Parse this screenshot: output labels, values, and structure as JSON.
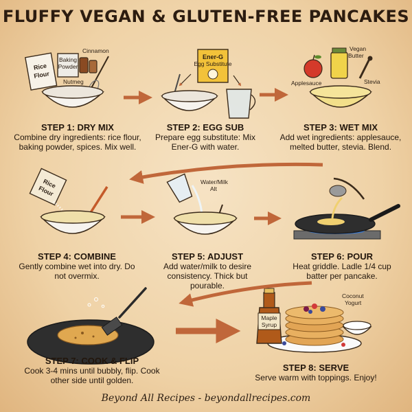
{
  "title": "FLUFFY VEGAN & GLUTEN-FREE PANCAKES",
  "steps": [
    {
      "heading": "STEP 1: DRY MIX",
      "text": "Combine dry ingredients: rice flour, baking powder, spices. Mix well."
    },
    {
      "heading": "STEP 2: EGG SUB",
      "text": "Prepare egg substitute: Mix Ener-G with water."
    },
    {
      "heading": "STEP 3: WET MIX",
      "text": "Add wet ingredients: applesauce, melted butter, stevia. Blend."
    },
    {
      "heading": "STEP 4: COMBINE",
      "text": "Gently combine wet into dry. Do not overmix."
    },
    {
      "heading": "STEP 5: ADJUST",
      "text": "Add water/milk to desire consistency. Thick but pourable."
    },
    {
      "heading": "STEP 6: POUR",
      "text": "Heat griddle. Ladle 1/4 cup batter per pancake."
    },
    {
      "heading": "STEP 7: COOK & FLIP",
      "text": "Cook 3-4 mins until bubbly, flip. Cook other side until golden."
    },
    {
      "heading": "STEP 8: SERVE",
      "text": "Serve warm with toppings. Enjoy!"
    }
  ],
  "labels": {
    "cinnamon": "Cinnamon",
    "rice": "Rice",
    "flour": "Flour",
    "baking": "Baking",
    "powder": "Powder",
    "nutmeg": "Nutmeg",
    "ener_g": "Ener-G",
    "egg_sub": "Egg Substitute",
    "applesauce": "Applesauce",
    "vegan": "Vegan",
    "butter": "Butter",
    "stevia": "Stevia",
    "water_milk": "Water/Milk",
    "alt": "Alt",
    "maple": "Maple",
    "syrup": "Syrup",
    "coconut": "Coconut",
    "yogurt": "Yogurt"
  },
  "footer": "Beyond All Recipes - beyondallrecipes.com",
  "colors": {
    "ink": "#2a1d12",
    "arrow": "#c0673a",
    "paper": "#f3dcb6"
  }
}
